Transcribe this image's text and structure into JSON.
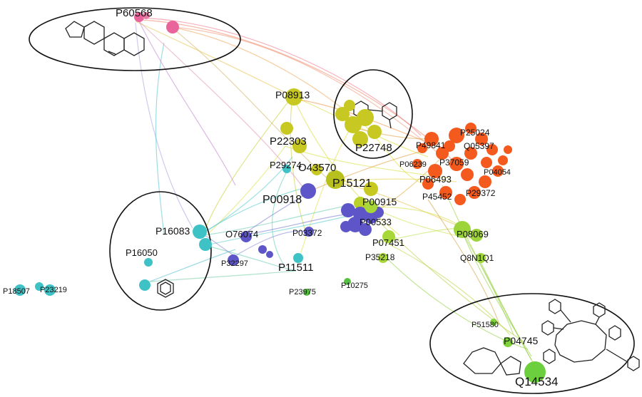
{
  "colors": {
    "pink": "#e8649a",
    "orange": "#f45a1e",
    "olive": "#c8c822",
    "blue": "#5d55c8",
    "teal": "#3fc2c6",
    "green": "#82d23a",
    "darkgreen": "#55c042"
  },
  "labels": {
    "P60568": "P60568",
    "P08913": "P08913",
    "P22303": "P22303",
    "P22748": "P22748",
    "P29274": "P29274",
    "O43570": "O43570",
    "P15121": "P15121",
    "P00918": "P00918",
    "P00915": "P00915",
    "P00533": "P00533",
    "P16083": "P16083",
    "O76074": "O76074",
    "P03372": "P03372",
    "P16050": "P16050",
    "P32297": "P32297",
    "P11511": "P11511",
    "P07451": "P07451",
    "P35218": "P35218",
    "P08069": "P08069",
    "Q8N1Q1": "Q8N1Q1",
    "P25024": "P25024",
    "P49841": "P49841",
    "Q05397": "Q05397",
    "P37059": "P37059",
    "P06239": "P06239",
    "P06493": "P06493",
    "P04054": "P04054",
    "P45452": "P45452",
    "P29372": "P29372",
    "P18507": "P18507",
    "P23219": "P23219",
    "P23975": "P23975",
    "P10275": "P10275",
    "P51580": "P51580",
    "P04745": "P04745",
    "Q14534": "Q14534"
  }
}
